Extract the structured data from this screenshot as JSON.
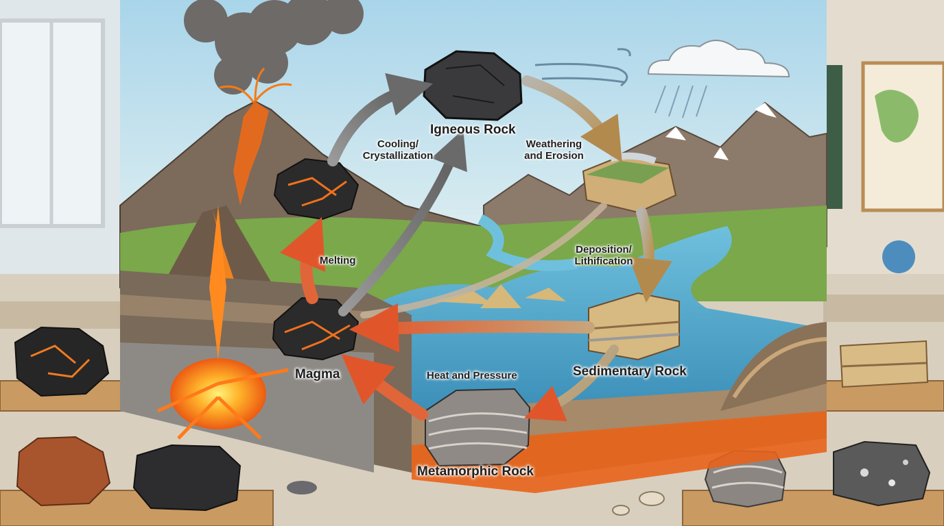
{
  "diagram": {
    "nodes": {
      "igneous": "Igneous Rock",
      "sedimentary": "Sedimentary Rock",
      "metamorphic": "Metamorphic Rock",
      "magma": "Magma"
    },
    "processes": {
      "cooling_line1": "Cooling/",
      "cooling_line2": "Crystallization",
      "weathering_line1": "Weathering",
      "weathering_line2": "and Erosion",
      "deposition_line1": "Deposition/",
      "deposition_line2": "Lithification",
      "heat_pressure": "Heat and Pressure",
      "melting": "Melting"
    }
  },
  "colors": {
    "sky": "#bfe0ee",
    "lava": "#f08a1e",
    "water": "#5fb3d3",
    "arrow_gray": "#7d7d7d",
    "arrow_tan": "#c9b48a",
    "arrow_orange": "#e0663a",
    "classroom_wall": "#e9e3d8",
    "shelf_wood": "#c99a62"
  }
}
